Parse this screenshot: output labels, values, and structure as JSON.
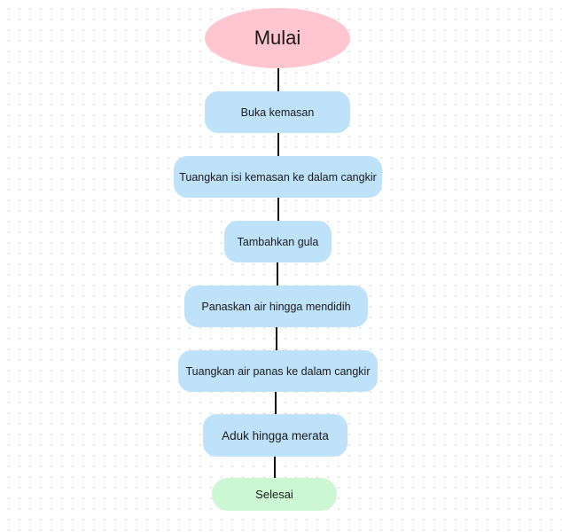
{
  "flowchart": {
    "start": {
      "label": "Mulai",
      "color": "#ffc6cf"
    },
    "steps": [
      {
        "label": "Buka kemasan"
      },
      {
        "label": "Tuangkan isi kemasan ke dalam cangkir"
      },
      {
        "label": "Tambahkan gula"
      },
      {
        "label": "Panaskan air hingga mendidih"
      },
      {
        "label": "Tuangkan air panas ke dalam cangkir"
      },
      {
        "label": "Aduk hingga merata"
      }
    ],
    "step_color": "#bfe2fb",
    "end": {
      "label": "Selesai",
      "color": "#cbf7d3"
    },
    "connector_color": "#111111"
  }
}
